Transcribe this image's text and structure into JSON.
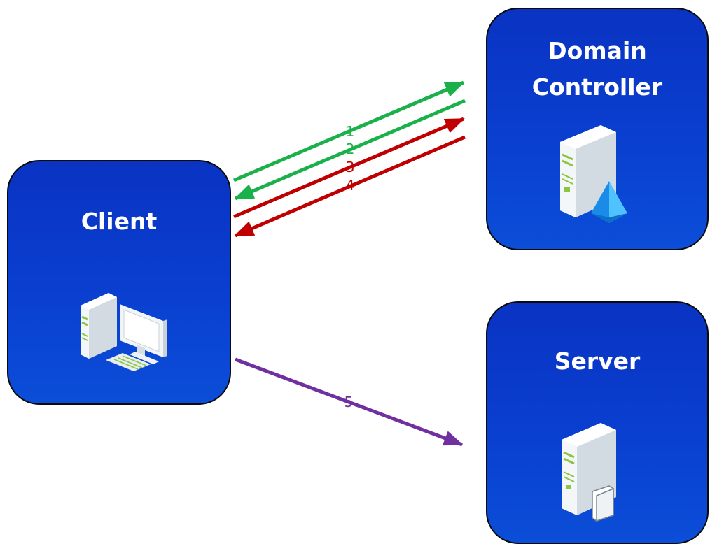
{
  "nodes": {
    "client": {
      "title": "Client",
      "icon": "computer-icon"
    },
    "domain_controller": {
      "title_line1": "Domain",
      "title_line2": "Controller",
      "icon": "server-directory-icon"
    },
    "server": {
      "title": "Server",
      "icon": "file-server-icon"
    }
  },
  "steps": [
    {
      "label": "1",
      "color": "#1ab14a"
    },
    {
      "label": "2",
      "color": "#1ab14a"
    },
    {
      "label": "3",
      "color": "#c00000"
    },
    {
      "label": "4",
      "color": "#c00000"
    },
    {
      "label": "5",
      "color": "#7030a0"
    }
  ]
}
